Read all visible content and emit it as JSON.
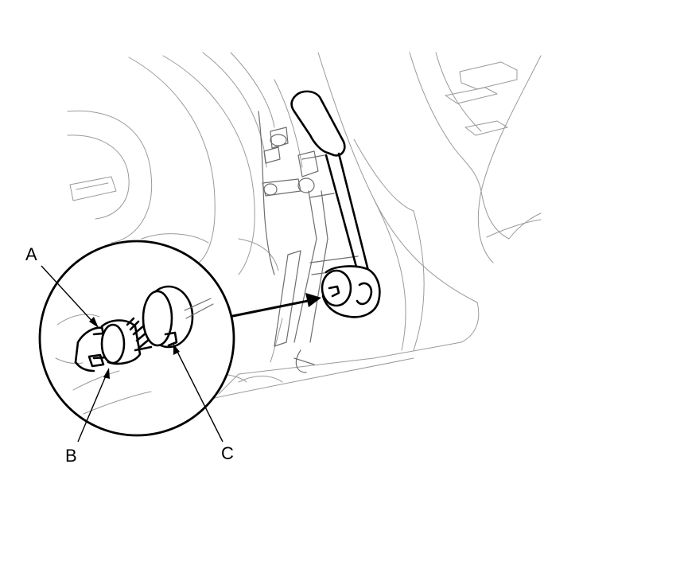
{
  "callouts": {
    "a": "A",
    "b": "B",
    "c": "C"
  },
  "colors": {
    "line": "#000000",
    "background": "#ffffff",
    "faint": "#9a9a9a"
  }
}
